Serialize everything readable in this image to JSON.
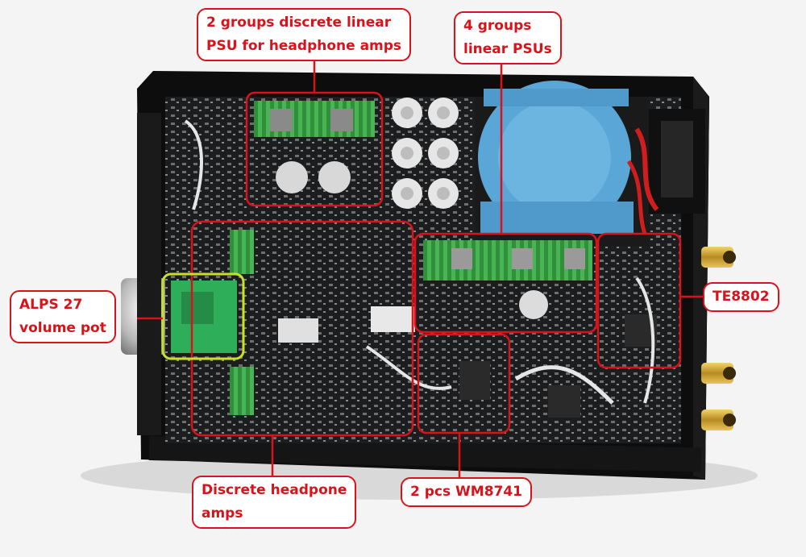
{
  "colors": {
    "background": "#f4f4f4",
    "annotation_red": "#d8131b",
    "pcb": "#1e1f20",
    "chassis": "#0d0d0d",
    "transformer": "#5aa6d6",
    "heatsink": "#3aa84a",
    "volume_board": "#2fae5a",
    "highlight_yellow": "#c8e02a"
  },
  "annotations": {
    "psu_headphone": {
      "line1": "2 groups discrete linear",
      "line2": "PSU for headphone amps"
    },
    "linear_psus": {
      "line1": "4 groups",
      "line2": "linear PSUs"
    },
    "volume_pot": {
      "line1": "ALPS 27",
      "line2": "volume pot"
    },
    "te8802": {
      "line1": "TE8802"
    },
    "headphone_amps": {
      "line1": "Discrete headpone",
      "line2": "amps"
    },
    "dac_chips": {
      "line1": "2 pcs WM8741"
    }
  }
}
